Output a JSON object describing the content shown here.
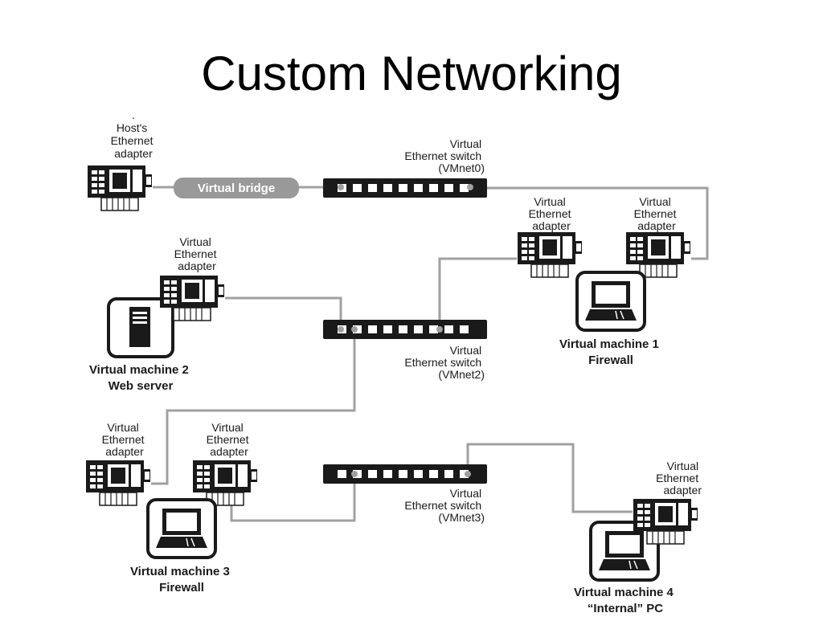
{
  "title": "Custom Networking",
  "labels": {
    "host_adapter": [
      "Host's",
      "Ethernet",
      "adapter"
    ],
    "bridge": "Virtual bridge",
    "switch0": [
      "Virtual",
      "Ethernet switch",
      "(VMnet0)"
    ],
    "switch2": [
      "Virtual",
      "Ethernet switch",
      "(VMnet2)"
    ],
    "switch3": [
      "Virtual",
      "Ethernet switch",
      "(VMnet3)"
    ],
    "adapter": [
      "Virtual",
      "Ethernet",
      "adapter"
    ]
  },
  "machines": {
    "vm1": [
      "Virtual machine 1",
      "Firewall"
    ],
    "vm2": [
      "Virtual machine 2",
      "Web server"
    ],
    "vm3": [
      "Virtual machine 3",
      "Firewall"
    ],
    "vm4": [
      "Virtual machine 4",
      "“Internal” PC"
    ]
  },
  "colors": {
    "dark": "#1a1a1a",
    "wire": "#a0a0a0",
    "bridge": "#999999"
  }
}
